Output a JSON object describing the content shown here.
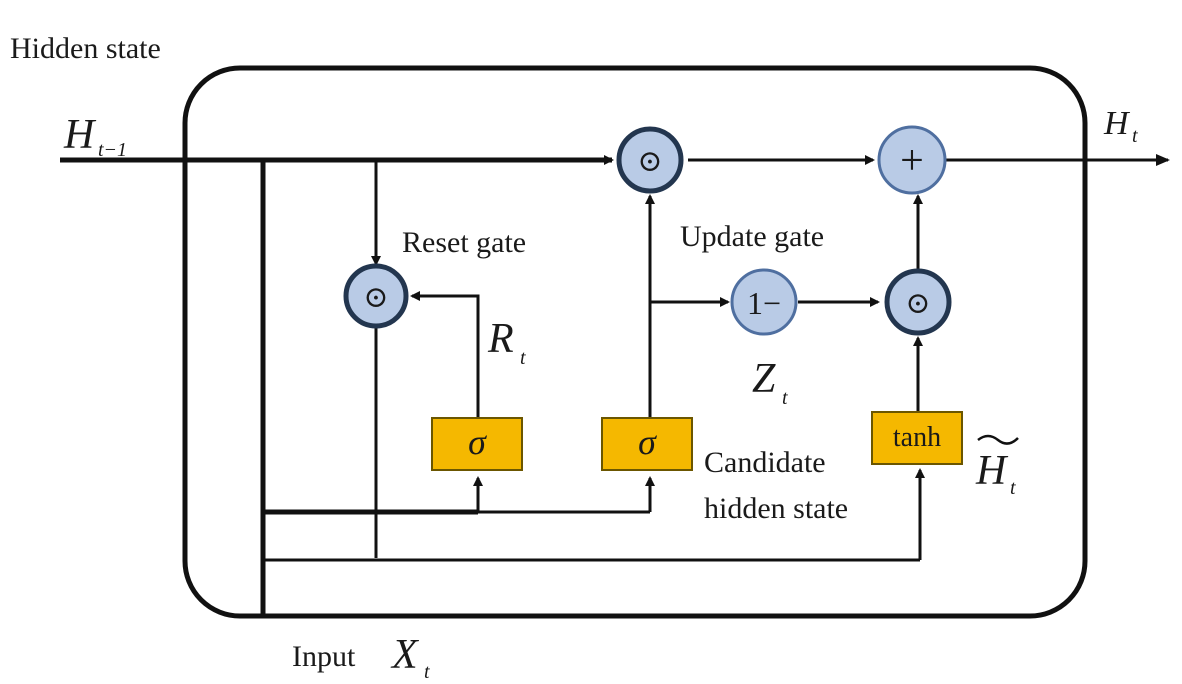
{
  "labels": {
    "hidden_state": "Hidden state",
    "reset_gate": "Reset gate",
    "update_gate": "Update gate",
    "candidate_line1": "Candidate",
    "candidate_line2": "hidden state",
    "input": "Input"
  },
  "symbols": {
    "h_prev": "H",
    "h_prev_sub": "t−1",
    "h_out": "H",
    "h_out_sub": "t",
    "r": "R",
    "r_sub": "t",
    "z": "Z",
    "z_sub": "t",
    "h_tilde": "H",
    "h_tilde_sub": "t",
    "x": "X",
    "x_sub": "t"
  },
  "operators": {
    "hadamard": "⊙",
    "plus": "+",
    "one_minus": "1−"
  },
  "gates": {
    "sigma": "σ",
    "tanh": "tanh"
  },
  "colors": {
    "operator_fill": "#b9cbe6",
    "gate_fill": "#f5b800"
  }
}
